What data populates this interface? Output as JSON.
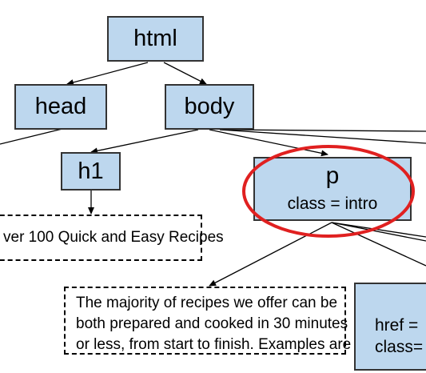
{
  "nodes": {
    "html": "html",
    "head": "head",
    "body": "body",
    "h1": "h1",
    "p": "p",
    "p_attr": "class = intro",
    "a_line1": "href =",
    "a_line2": "class="
  },
  "texts": {
    "h1_text": "ver 100 Quick and Easy Recipes",
    "p_text_1": "The majority of recipes we offer can be",
    "p_text_2": "both prepared and cooked in 30 minutes",
    "p_text_3": "or less, from start to finish. Examples are"
  },
  "colors": {
    "node_fill": "#bdd7ee",
    "highlight": "#e02020"
  }
}
